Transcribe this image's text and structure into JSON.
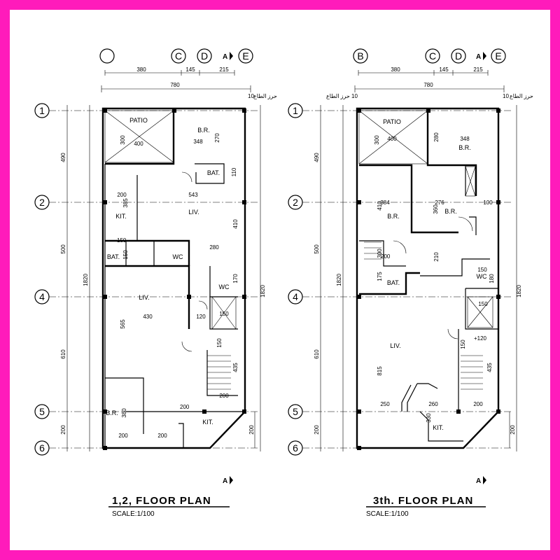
{
  "plans": [
    {
      "title": "1,2,  FLOOR PLAN",
      "scale": "SCALE:1/100",
      "col_bubbles": [
        "",
        "C",
        "D",
        "E"
      ],
      "section_mark": "A",
      "top_dims": [
        "380",
        "145",
        "215"
      ],
      "overall_width": "780",
      "overall_height": "1820",
      "setback": "10",
      "setback_label": "حرز الطاع",
      "row_bubbles": [
        "1",
        "2",
        "4",
        "5",
        "6"
      ],
      "left_dims": [
        "490",
        "500",
        "610",
        "200"
      ],
      "rooms": [
        "PATIO",
        "B.R.",
        "BAT.",
        "KIT.",
        "LIV.",
        "BAT.",
        "WC",
        "WC",
        "LIV.",
        "B.R.",
        "KIT."
      ],
      "inner_dims": [
        "300",
        "400",
        "348",
        "270",
        "110",
        "200",
        "385",
        "543",
        "410",
        "280",
        "150",
        "170",
        "430",
        "120",
        "150",
        "565",
        "150",
        "435",
        "200",
        "380",
        "200",
        "200",
        "150",
        "200"
      ]
    },
    {
      "title": "3th.  FLOOR PLAN",
      "scale": "SCALE:1/100",
      "col_bubbles": [
        "B",
        "C",
        "D",
        "E"
      ],
      "section_mark": "A",
      "top_dims": [
        "380",
        "145",
        "215"
      ],
      "overall_width": "780",
      "overall_height": "1820",
      "setback": "10",
      "setback_label": "حرز الطاع",
      "row_bubbles": [
        "1",
        "2",
        "4",
        "5",
        "6"
      ],
      "left_dims": [
        "490",
        "500",
        "610",
        "200"
      ],
      "rooms": [
        "PATIO",
        "B.R.",
        "B.R.",
        "B.R.",
        "BAT.",
        "WC",
        "LIV.",
        "KIT."
      ],
      "inner_dims": [
        "300",
        "400",
        "348",
        "280",
        "384",
        "410",
        "276",
        "360",
        "100",
        "300",
        "210",
        "175",
        "150",
        "180",
        "150",
        "150",
        "+120",
        "815",
        "435",
        "250",
        "260",
        "200",
        "330",
        "200"
      ]
    }
  ]
}
